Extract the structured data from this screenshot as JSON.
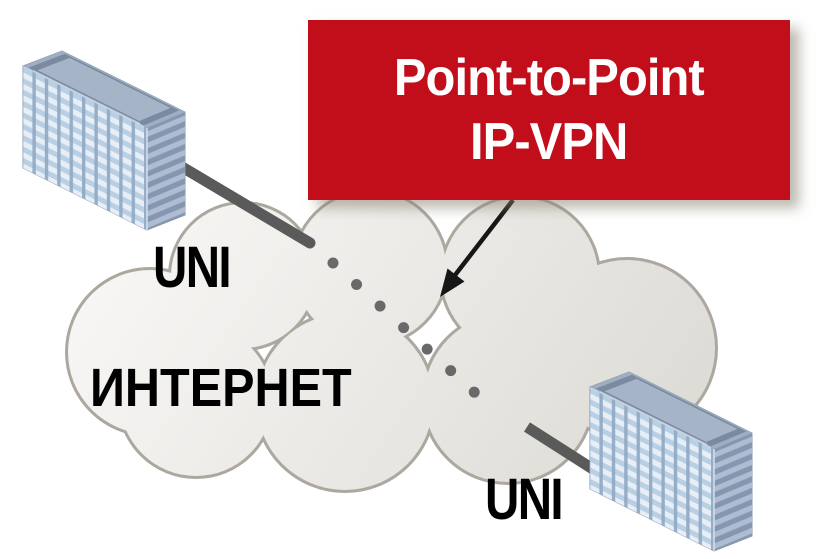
{
  "title": "Point-to-Point IP-VPN network diagram",
  "callout": {
    "line1": "Point-to-Point",
    "line2": "IP-VPN",
    "bg_color": "#C20E1A",
    "text_color": "#FFFFFF"
  },
  "cloud": {
    "label": "ИНТЕРНЕТ",
    "fill_light": "#F7F6F4",
    "fill_dark": "#DEDCD6",
    "outline_color": "#ACA89F"
  },
  "endpoints": {
    "left_uni_label": "UNI",
    "right_uni_label": "UNI"
  },
  "icons": {
    "left_building": "office-building-icon",
    "right_building": "office-building-icon"
  },
  "tunnel": {
    "style": "dotted",
    "dot_color": "#696969"
  },
  "access_lines": {
    "color": "#5A5A5A"
  },
  "arrow": {
    "color": "#161616"
  }
}
